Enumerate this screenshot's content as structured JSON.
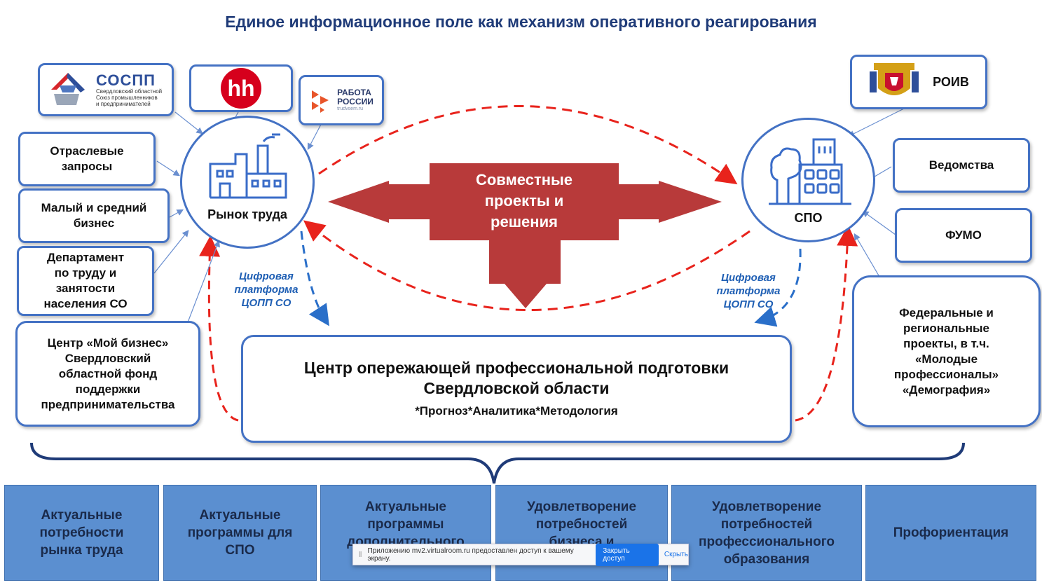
{
  "title": "Единое информационное поле как механизм оперативного реагирования",
  "logos": {
    "sospp_name": "СОСПП",
    "sospp_sub": "Свердловский областной\nСоюз промышленников\nи предпринимателей",
    "hh": "hh",
    "rabota_line1": "РАБОТА",
    "rabota_line2": "РОССИИ",
    "rabota_url": "trudvsem.ru",
    "roiv": "РОИВ"
  },
  "left_boxes": {
    "otraslevye": "Отраслевые\nзапросы",
    "msb": "Малый и средний\nбизнес",
    "department": "Департамент\nпо труду и\nзанятости\nнаселения СО",
    "moy_biznes": "Центр «Мой бизнес»\nСвердловский\nобластной фонд\nподдержки\nпредпринимательства"
  },
  "right_boxes": {
    "vedomstva": "Ведомства",
    "fumo": "ФУМО",
    "projects": "Федеральные и\nрегиональные\nпроекты, в т.ч.\n«Молодые\nпрофессионалы»\n«Демография»"
  },
  "circles": {
    "left_label": "Рынок труда",
    "right_label": "СПО"
  },
  "center_arrow": "Совместные\nпроекты и\nрешения",
  "digital_platform": "Цифровая\nплатформа\nЦОПП СО",
  "center_box": {
    "title_line1": "Центр опережающей профессиональной подготовки",
    "title_line2": "Свердловской области",
    "subtitle": "*Прогноз*Аналитика*Методология"
  },
  "bottom_items": [
    "Актуальные\nпотребности\nрынка труда",
    "Актуальные\nпрограммы для\nСПО",
    "Актуальные\nпрограммы\nдополнительного",
    "Удовлетворение\nпотребностей\nбизнеса и",
    "Удовлетворение\nпотребностей\nпрофессионального\nобразования",
    "Профориентация"
  ],
  "screen_share_bar": {
    "text": "Приложению mv2.virtualroom.ru предоставлен доступ к вашему экрану.",
    "close_button": "Закрыть доступ",
    "hide_link": "Скрыть"
  },
  "colors": {
    "blue_border": "#4472c4",
    "title_blue": "#1f3b78",
    "arrow_red": "#b83a3a",
    "dashed_red": "#e8231c",
    "dashed_blue": "#2a6fc9",
    "bottom_fill": "#5b8fd0"
  }
}
